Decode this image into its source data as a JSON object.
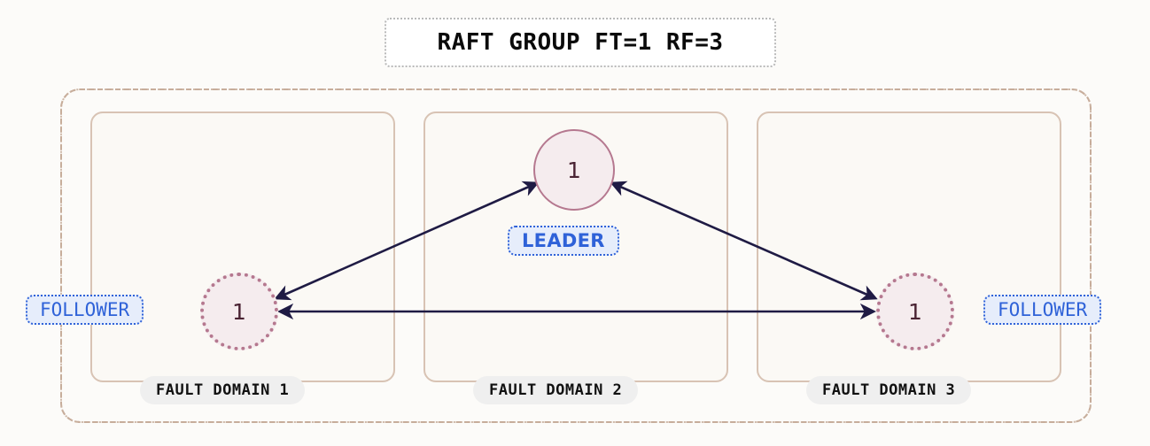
{
  "diagram": {
    "title": "RAFT GROUP FT=1 RF=3",
    "colors": {
      "page_background": "#fcfbf9",
      "group_border": "#c7ad9b",
      "domain_border": "#d8c3b4",
      "domain_fill": "#fbf9f5",
      "node_fill": "#f5ecee",
      "node_border": "#b5788f",
      "node_text": "#4a2333",
      "edge": "#1f1b44",
      "badge_text": "#2f62d8",
      "badge_fill": "#e6edfb",
      "badge_border": "#2f62d8",
      "domain_label_fill": "#efefef",
      "title_border": "#b9b9b9"
    },
    "fault_domains": [
      {
        "label": "FAULT DOMAIN 1"
      },
      {
        "label": "FAULT DOMAIN 2"
      },
      {
        "label": "FAULT DOMAIN 3"
      }
    ],
    "nodes": [
      {
        "id": "leader",
        "value": "1",
        "role": "LEADER",
        "border_style": "solid",
        "domain": "FAULT DOMAIN 2"
      },
      {
        "id": "follower-1",
        "value": "1",
        "role": "FOLLOWER",
        "border_style": "dotted",
        "domain": "FAULT DOMAIN 1"
      },
      {
        "id": "follower-2",
        "value": "1",
        "role": "FOLLOWER",
        "border_style": "dotted",
        "domain": "FAULT DOMAIN 3"
      }
    ],
    "edges": [
      {
        "from": "follower-1",
        "to": "leader",
        "arrows": "both"
      },
      {
        "from": "leader",
        "to": "follower-2",
        "arrows": "both"
      },
      {
        "from": "follower-1",
        "to": "follower-2",
        "arrows": "both"
      }
    ]
  }
}
